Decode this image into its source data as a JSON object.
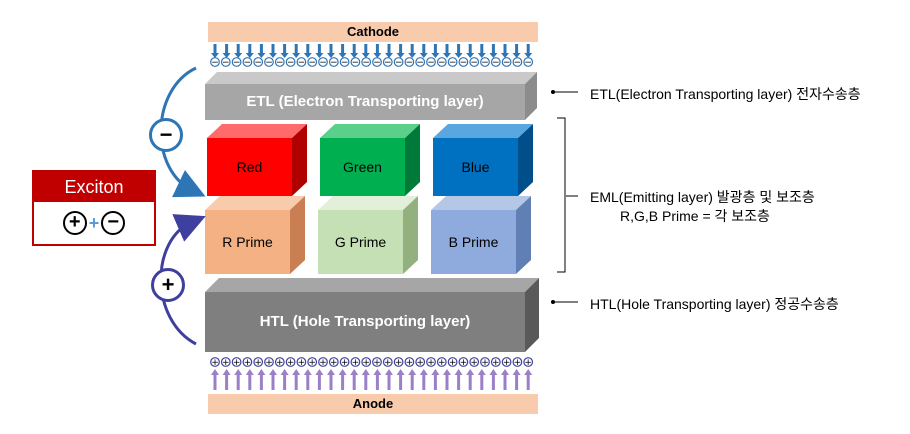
{
  "cathode": {
    "label": "Cathode"
  },
  "anode": {
    "label": "Anode"
  },
  "etl": {
    "label": "ETL (Electron Transporting layer)"
  },
  "htl": {
    "label": "HTL (Hole Transporting layer)"
  },
  "emitters": [
    {
      "label": "Red",
      "color": "#ff0000"
    },
    {
      "label": "Green",
      "color": "#00b050"
    },
    {
      "label": "Blue",
      "color": "#0070c0"
    }
  ],
  "primes": [
    {
      "label": "R Prime",
      "color": "#f4b183"
    },
    {
      "label": "G Prime",
      "color": "#c5e0b4"
    },
    {
      "label": "B Prime",
      "color": "#8faadc"
    }
  ],
  "exciton": {
    "title": "Exciton",
    "symbols": [
      "+",
      "+",
      "−"
    ]
  },
  "carriers": {
    "electron_symbol": "−",
    "hole_symbol": "+"
  },
  "annotations": {
    "etl": "ETL(Electron Transporting layer) 전자수송층",
    "eml_line1": "EML(Emitting layer) 발광층 및 보조층",
    "eml_line2": "R,G,B Prime = 각 보조층",
    "htl": "HTL(Hole Transporting layer) 정공수송층"
  },
  "colors": {
    "electrode": "#f8cbad",
    "etl": "#a6a6a6",
    "htl": "#7f7f7f",
    "electron_arrow": "#2e75b6",
    "hole_arrow": "#7030a0",
    "exciton_header": "#c00000"
  }
}
